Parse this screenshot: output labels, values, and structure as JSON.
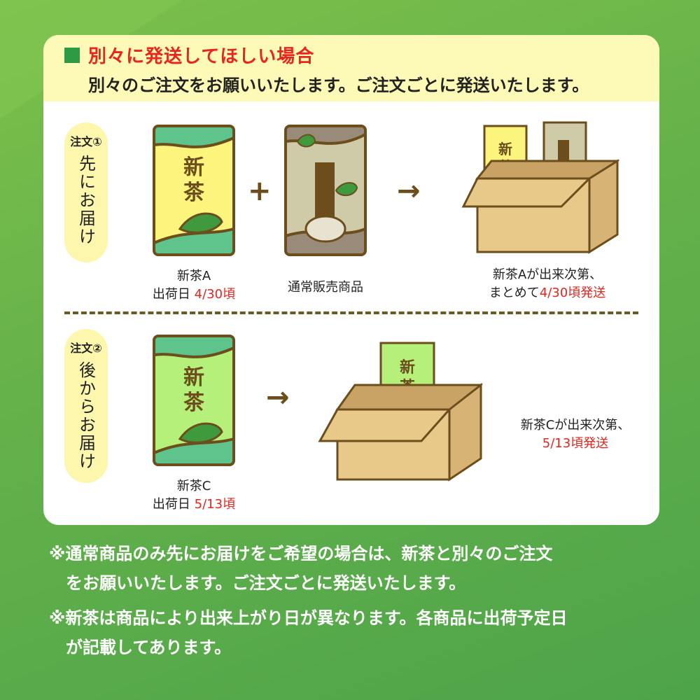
{
  "header": {
    "title": "別々に発送してほしい場合",
    "subtitle": "別々のご注文をお願いいたします。ご注文ごとに発送いたします。"
  },
  "order1": {
    "tag": "注文①",
    "label": "先にお届け",
    "item_a_name": "新茶A",
    "item_a_ship_prefix": "出荷日",
    "item_a_ship_date": "4/30頃",
    "item_b_name": "通常販売商品",
    "result_line1": "新茶Aが出来次第、",
    "result_line2_prefix": "まとめて",
    "result_line2_red": "4/30頃発送"
  },
  "order2": {
    "tag": "注文②",
    "label": "後からお届け",
    "item_c_name": "新茶C",
    "item_c_ship_prefix": "出荷日",
    "item_c_ship_date": "5/13頃",
    "result_line1": "新茶Cが出来次第、",
    "result_line2_red": "5/13頃発送"
  },
  "package_text": "新茶",
  "symbols": {
    "plus": "+",
    "arrow": "→"
  },
  "notes": [
    "※通常商品のみ先にお届けをご希望の場合は、新茶と別々のご注文",
    "　をお願いいたします。ご注文ごとに発送いたします。",
    "※新茶は商品により出来上がり日が異なります。各商品に出荷予定日",
    "　が記載してあります。"
  ],
  "colors": {
    "background": "#64b14a",
    "header_bg": "#fdf9b6",
    "title_red": "#e8251e",
    "accent_green": "#2f9a45",
    "pill_bg": "#fdf7ad",
    "box_kraft": "#e9c98a",
    "outline_brown": "#6b4e1c"
  },
  "icons": [
    "tea-package-yellow-icon",
    "tea-package-green-icon",
    "tea-package-brown-icon",
    "cardboard-box-icon",
    "teapot-icon",
    "tea-leaf-icon",
    "plus-icon",
    "arrow-right-icon"
  ]
}
